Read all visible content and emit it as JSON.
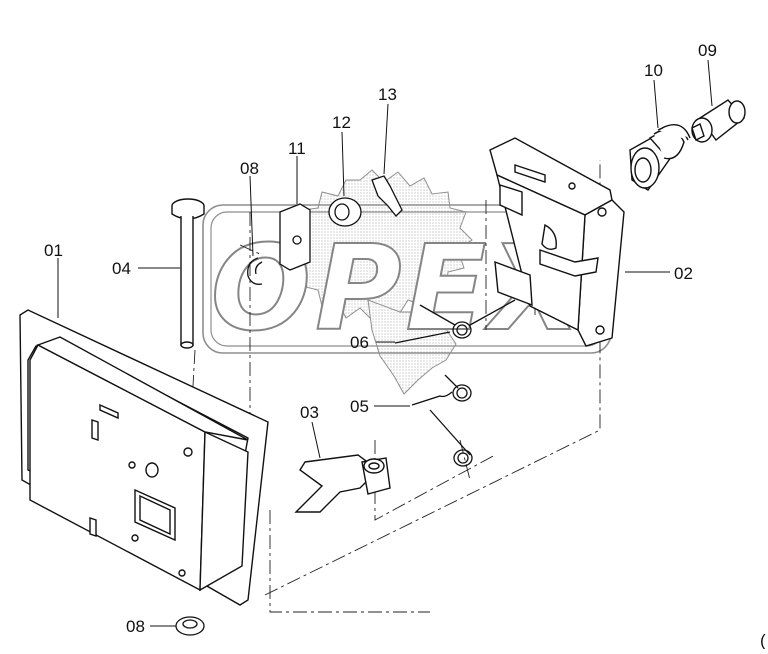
{
  "callouts": {
    "p01": "01",
    "p02": "02",
    "p03": "03",
    "p04": "04",
    "p05": "05",
    "p06": "06",
    "p08_top": "08",
    "p08_bottom": "08",
    "p09": "09",
    "p10": "10",
    "p11": "11",
    "p12": "12",
    "p13": "13"
  },
  "watermark": {
    "text": "OPEX"
  },
  "corner_mark": "("
}
